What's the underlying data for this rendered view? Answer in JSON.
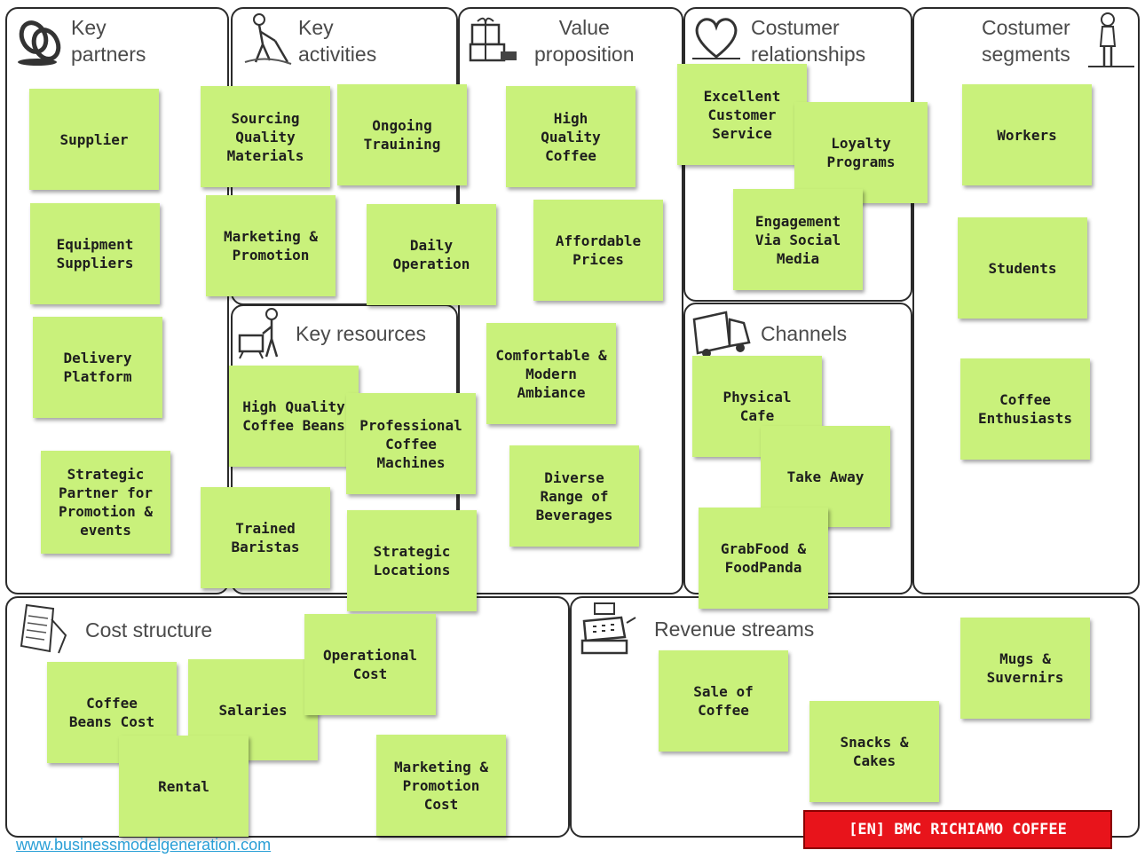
{
  "blocks": {
    "key_partners": "Key\npartners",
    "key_activities": "Key\nactivities",
    "value_proposition": "Value\nproposition",
    "customer_relationships": "Costumer\nrelationships",
    "customer_segments": "Costumer\nsegments",
    "key_resources": "Key resources",
    "channels": "Channels",
    "cost_structure": "Cost structure",
    "revenue_streams": "Revenue streams"
  },
  "notes": {
    "key_partners": [
      "Supplier",
      "Equipment\nSuppliers",
      "Delivery\nPlatform",
      "Strategic\nPartner for\nPromotion &\nevents"
    ],
    "key_activities": [
      "Sourcing\nQuality\nMaterials",
      "Ongoing\nTrauining",
      "Marketing &\nPromotion",
      "Daily\nOperation"
    ],
    "key_resources": [
      "High Quality\nCoffee Beans",
      "Professional\nCoffee\nMachines",
      "Trained\nBaristas",
      "Strategic\nLocations"
    ],
    "value_proposition": [
      "High\nQuality\nCoffee",
      "Affordable\nPrices",
      "Comfortable &\nModern\nAmbiance",
      "Diverse\nRange of\nBeverages"
    ],
    "customer_relationships": [
      "Excellent\nCustomer\nService",
      "Loyalty Programs",
      "Engagement\nVia Social\nMedia"
    ],
    "channels": [
      "Physical\nCafe",
      "Take Away",
      "GrabFood &\nFoodPanda"
    ],
    "customer_segments": [
      "Workers",
      "Students",
      "Coffee\nEnthusiasts"
    ],
    "cost_structure": [
      "Coffee\nBeans Cost",
      "Salaries",
      "Operational Cost",
      "Rental",
      "Marketing &\nPromotion Cost"
    ],
    "revenue_streams": [
      "Sale of Coffee",
      "Snacks & Cakes",
      "Mugs &\nSuvernirs"
    ]
  },
  "icons": {
    "key_partners": "chain-link-icon",
    "key_activities": "worker-sweeping-icon",
    "value_proposition": "gift-box-icon",
    "customer_relationships": "heart-icon",
    "customer_segments": "person-standing-icon",
    "key_resources": "person-with-crate-icon",
    "channels": "delivery-truck-icon",
    "cost_structure": "receipt-icon",
    "revenue_streams": "cash-register-icon"
  },
  "colors": {
    "note": "#c9f17b",
    "badge": "#e8141b",
    "link": "#2a9fd6",
    "border": "#2b2b2b"
  },
  "footer": {
    "link": "www.businessmodelgeneration.com",
    "badge": "[EN] BMC RICHIAMO COFFEE"
  }
}
